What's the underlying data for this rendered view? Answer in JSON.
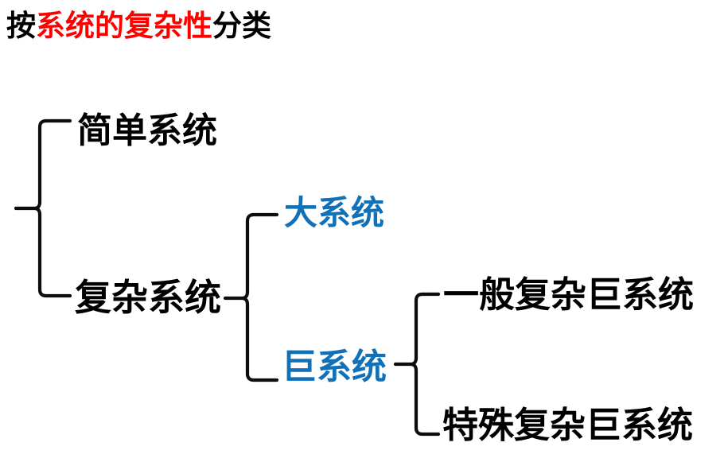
{
  "slide": {
    "title": {
      "full_text": "按系统的复杂性分类",
      "segments": [
        {
          "text": "按",
          "color": "#000000"
        },
        {
          "text": "系统的复杂性",
          "color": "#FF0000"
        },
        {
          "text": "分类",
          "color": "#000000"
        }
      ]
    },
    "colors": {
      "black": "#000000",
      "red": "#FF0000",
      "blue": "#1070B8",
      "background": "#FFFFFF"
    },
    "tree": {
      "level1": [
        {
          "label": "简单系统",
          "color": "#000000"
        },
        {
          "label": "复杂系统",
          "color": "#000000"
        }
      ],
      "level2": [
        {
          "label": "大系统",
          "color": "#1070B8"
        },
        {
          "label": "巨系统",
          "color": "#1070B8"
        }
      ],
      "level3": [
        {
          "label": "一般复杂巨系统",
          "color": "#000000"
        },
        {
          "label": "特殊复杂巨系统",
          "color": "#000000"
        }
      ]
    }
  }
}
